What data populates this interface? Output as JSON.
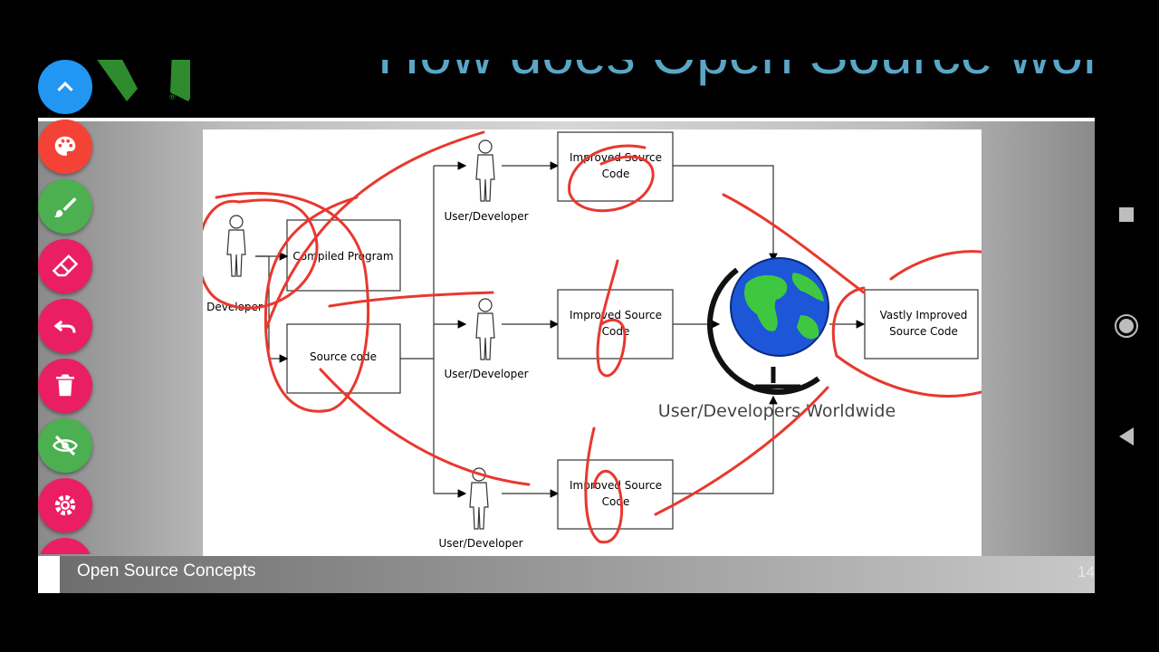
{
  "slide": {
    "title": "How does Open Source work?",
    "footer_text": "Open Source Concepts",
    "page_number": "14"
  },
  "diagram": {
    "developer_label": "Developer",
    "compiled_program_label": "Compiled Program",
    "source_code_label": "Source code",
    "user_developer_label": "User/Developer",
    "improved_line1": "Improved Source",
    "improved_line2": "Code",
    "vastly_line1": "Vastly Improved",
    "vastly_line2": "Source Code",
    "worldwide_label": "User/Developers Worldwide"
  },
  "toolbar": {
    "items": [
      "chevron-up-icon",
      "palette-icon",
      "brush-icon",
      "eraser-icon",
      "undo-icon",
      "trash-icon",
      "eye-off-icon",
      "gear-icon"
    ]
  },
  "colors": {
    "annotation_red": "#e8382f",
    "fab_blue": "#2196f3",
    "fab_red": "#f44336",
    "fab_green": "#4caf50",
    "fab_pink": "#e91e63",
    "title_blue": "#5aa6c6"
  },
  "nav": {
    "items": [
      "recents-icon",
      "home-icon",
      "back-icon"
    ]
  }
}
